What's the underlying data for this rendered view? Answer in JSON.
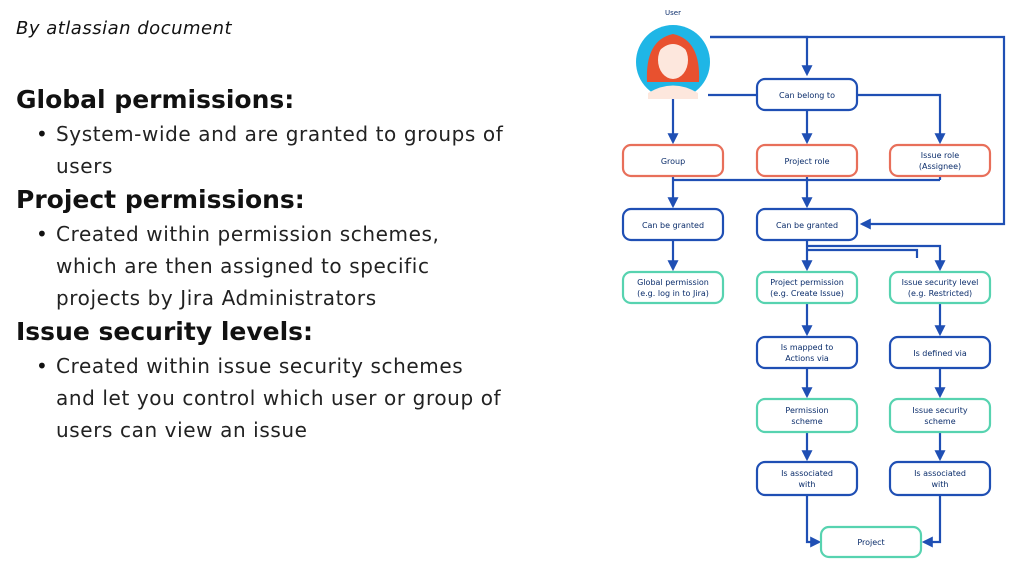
{
  "subtitle": "By atlassian document",
  "sections": [
    {
      "title": "Global permissions:",
      "bullets": [
        [
          "System-wide and are granted to groups of",
          "users"
        ]
      ]
    },
    {
      "title": "Project permissions:",
      "bullets": [
        [
          "Created within permission schemes,",
          "which are then assigned to specific",
          "projects by Jira Administrators"
        ]
      ]
    },
    {
      "title": "Issue security levels:",
      "bullets": [
        [
          "Created within issue security schemes",
          "and let you control which user or group of",
          "users can view an issue"
        ]
      ]
    }
  ],
  "diagram": {
    "user_label": "User",
    "colors": {
      "edge": "#1f4fb4",
      "blue": "#1f4fb4",
      "red": "#e86f5a",
      "green": "#57d3b0",
      "avatar_bg": "#1fb6e6",
      "hair": "#e8512f"
    },
    "nodes": {
      "can_belong_to": [
        "Can belong to"
      ],
      "group": [
        "Group"
      ],
      "project_role": [
        "Project role"
      ],
      "issue_role": [
        "Issue role",
        "(Assignee)"
      ],
      "can_be_granted_left": [
        "Can be granted"
      ],
      "can_be_granted_right": [
        "Can be granted"
      ],
      "global_permission": [
        "Global permission",
        "(e.g. log in to Jira)"
      ],
      "project_permission": [
        "Project permission",
        "(e.g. Create Issue)"
      ],
      "issue_security_level": [
        "Issue security level",
        "(e.g. Restricted)"
      ],
      "is_mapped_to": [
        "Is mapped to",
        "Actions via"
      ],
      "is_defined_via": [
        "Is defined via"
      ],
      "permission_scheme": [
        "Permission",
        "scheme"
      ],
      "issue_security_scheme": [
        "Issue security",
        "scheme"
      ],
      "is_associated_with_left": [
        "Is associated",
        "with"
      ],
      "is_associated_with_right": [
        "Is associated",
        "with"
      ],
      "project": [
        "Project"
      ]
    }
  }
}
